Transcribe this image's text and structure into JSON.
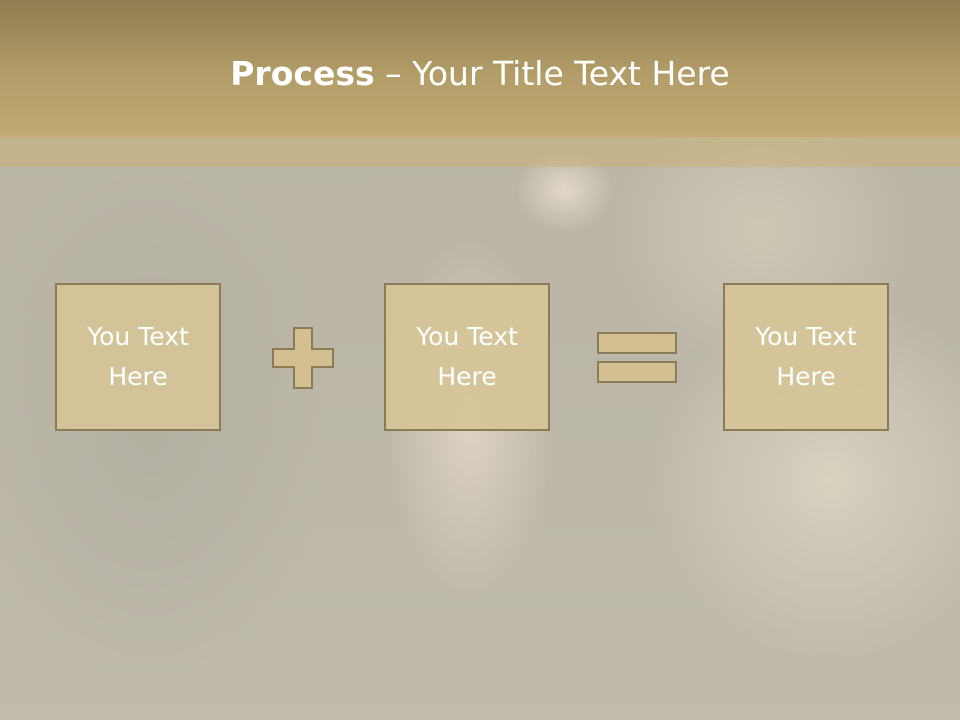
{
  "slide": {
    "title_bold": "Process",
    "title_separator": " – ",
    "title_rest": "Your Title Text Here"
  },
  "boxes": [
    {
      "text": "You Text Here"
    },
    {
      "text": "You Text Here"
    },
    {
      "text": "You Text Here"
    }
  ],
  "operators": [
    "plus-icon",
    "equals-icon"
  ],
  "colors": {
    "title_bar": "#b39d68",
    "box_fill": "#d6c498",
    "box_border": "#8c7c55",
    "text": "#ffffff"
  }
}
